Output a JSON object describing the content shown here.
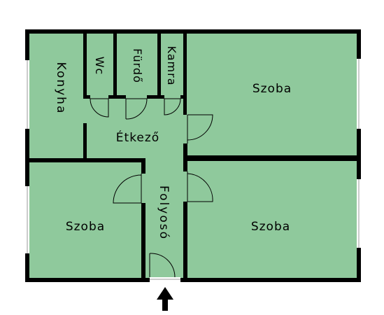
{
  "colors": {
    "room_fill": "#8fc99c",
    "wall": "#000000",
    "window": "#ffffff",
    "door_swing": "#000000",
    "arrow": "#000000"
  },
  "rooms": {
    "konyha": "Konyha",
    "wc": "Wc",
    "furdo": "Fürdő",
    "kamra": "Kamra",
    "szoba_top_right": "Szoba",
    "etkezo": "Étkező",
    "szoba_bottom_left": "Szoba",
    "folyoso": "Folyosó",
    "szoba_bottom_right": "Szoba"
  },
  "entrance_icon": "up-arrow-icon"
}
